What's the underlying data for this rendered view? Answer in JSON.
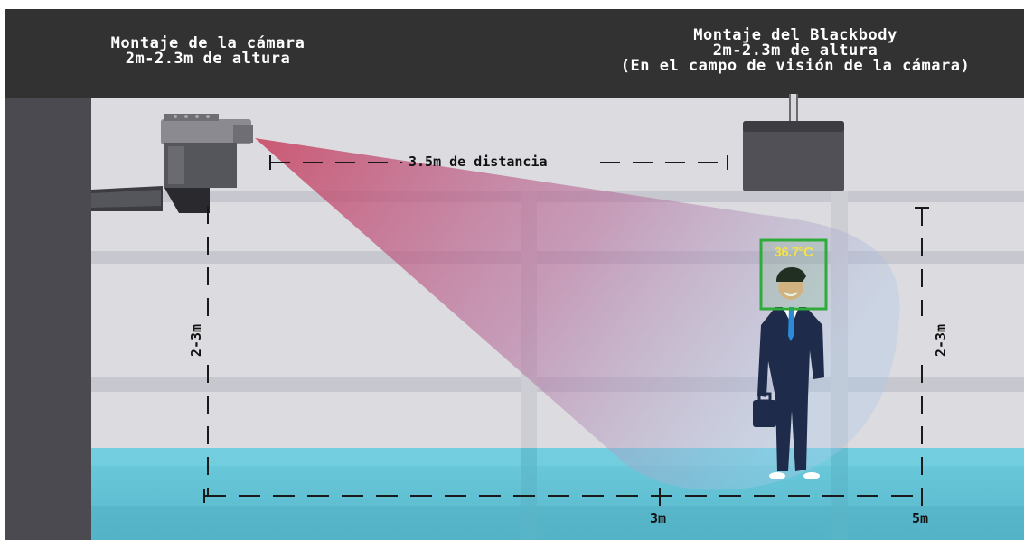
{
  "header": {
    "camera_title": "Montaje de la cámara",
    "camera_height": "2m-2.3m de altura",
    "blackbody_title": "Montaje del Blackbody",
    "blackbody_height": "2m-2.3m de altura",
    "blackbody_note": "(En el campo de visión de la cámara)"
  },
  "distance_label": "3.5m de distancia",
  "height_left_label": "2-3m",
  "height_right_label": "2-3m",
  "axis_marks": [
    "3m",
    "5m"
  ],
  "temperature_reading": "36.7°C",
  "colors": {
    "header_bg": "#323232",
    "wall": "#dcdbe0",
    "floor": "#63c6d9",
    "fov_beam": "#c8415f",
    "detection_box": "#2eab3a",
    "temperature_text": "#f4e04a"
  },
  "icons": [
    "thermal-camera-icon",
    "blackbody-device-icon",
    "person-icon",
    "briefcase-icon"
  ]
}
